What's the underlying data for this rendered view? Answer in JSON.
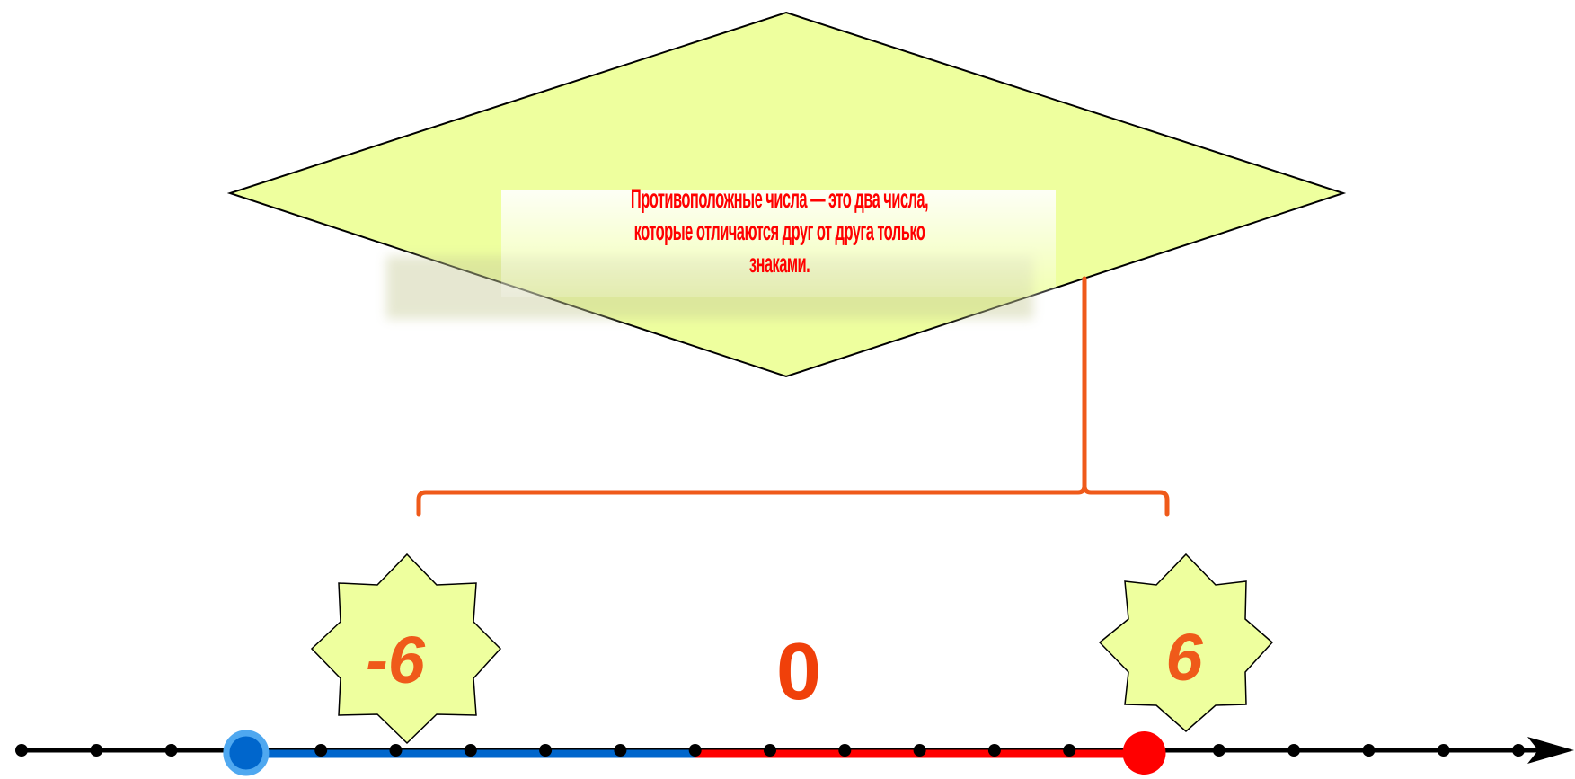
{
  "diamond": {
    "fill": "#EEFF9E",
    "stroke": "#000000",
    "text": "Противоположные числа — это два числа, которые отличаются друг от друга только знаками.",
    "text_color": "#FF0000"
  },
  "brace": {
    "color": "#EF5A1A"
  },
  "stars": [
    {
      "label": "-6",
      "fill": "#EEFF9E",
      "text_color": "#EF5A1A"
    },
    {
      "label": "6",
      "fill": "#EEFF9E",
      "text_color": "#EF5A1A"
    }
  ],
  "zero_label": "0",
  "zero_color": "#F0400A",
  "number_line": {
    "min": -9,
    "max": 11,
    "origin": 0,
    "negative_point": -6,
    "positive_point": 6,
    "negative_color": "#0066CC",
    "positive_color": "#FF0000",
    "axis_color": "#000000"
  }
}
